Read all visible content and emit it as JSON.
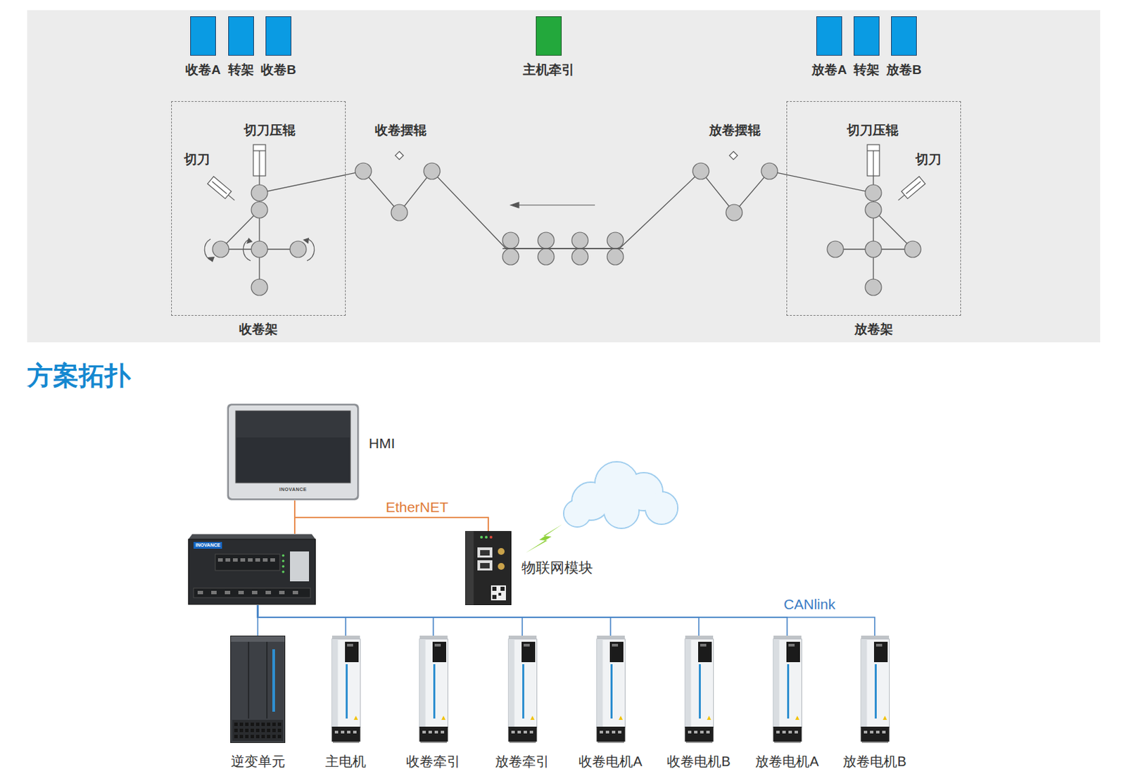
{
  "diagram": {
    "title": "方案拓扑",
    "nodes": [
      {
        "text": [
          "收卷A"
        ]
      },
      {
        "text": [
          "转架"
        ]
      },
      {
        "text": [
          "收卷B"
        ]
      },
      {
        "text": [
          "主机牵引"
        ]
      },
      {
        "text": [
          "放卷A"
        ]
      },
      {
        "text": [
          "转架"
        ]
      },
      {
        "text": [
          "放卷B"
        ]
      },
      {
        "text": [
          "收卷架"
        ]
      },
      {
        "text": [
          "放卷架"
        ]
      },
      {
        "text": [
          "INOVANCE",
          "HMI"
        ]
      },
      {
        "text": [
          "INOVANCE"
        ]
      },
      {
        "text": [
          "物联网模块"
        ]
      },
      {
        "text": [
          "逆变单元"
        ]
      },
      {
        "text": [
          "主电机"
        ]
      },
      {
        "text": [
          "收卷牵引"
        ]
      },
      {
        "text": [
          "放卷牵引"
        ]
      },
      {
        "text": [
          "收卷电机A"
        ]
      },
      {
        "text": [
          "收卷电机B"
        ]
      },
      {
        "text": [
          "放卷电机A"
        ]
      },
      {
        "text": [
          "放卷电机B"
        ]
      }
    ],
    "edges": [
      {
        "from": 9,
        "to": 10,
        "arrow": "none"
      },
      {
        "from": 9,
        "to": 11,
        "arrow": "none",
        "label": "EtherNET"
      },
      {
        "from": 10,
        "to": 11,
        "arrow": "none"
      },
      {
        "from": 10,
        "to": 12,
        "arrow": "none"
      },
      {
        "from": 10,
        "to": 13,
        "arrow": "none"
      },
      {
        "from": 10,
        "to": 14,
        "arrow": "none"
      },
      {
        "from": 10,
        "to": 15,
        "arrow": "none"
      },
      {
        "from": 10,
        "to": 16,
        "arrow": "none"
      },
      {
        "from": 10,
        "to": 17,
        "arrow": "none"
      },
      {
        "from": 10,
        "to": 18,
        "arrow": "none"
      },
      {
        "from": 10,
        "to": 19,
        "arrow": "none",
        "label": "CANlink"
      }
    ],
    "labels": [
      "切刀压辊",
      "切刀",
      "收卷摆辊",
      "放卷摆辊",
      "切刀压辊",
      "切刀"
    ]
  }
}
